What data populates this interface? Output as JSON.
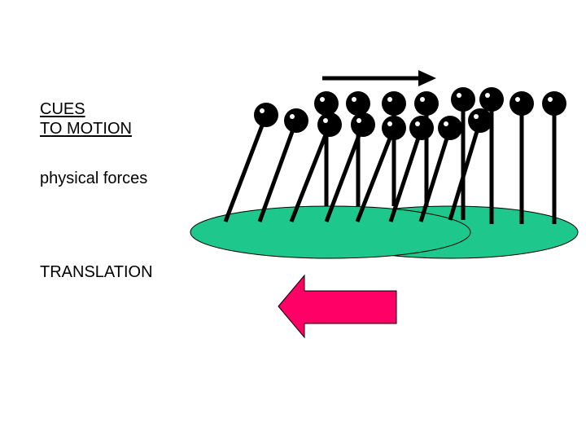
{
  "labels": {
    "cues_line1": "CUES",
    "cues_line2": "TO MOTION",
    "physical_forces": "physical forces",
    "translation": "TRANSLATION"
  },
  "colors": {
    "base": "#1ec88c",
    "translation_arrow": "#ff0066",
    "motion_arrow": "#000000",
    "balls": "#000000"
  }
}
